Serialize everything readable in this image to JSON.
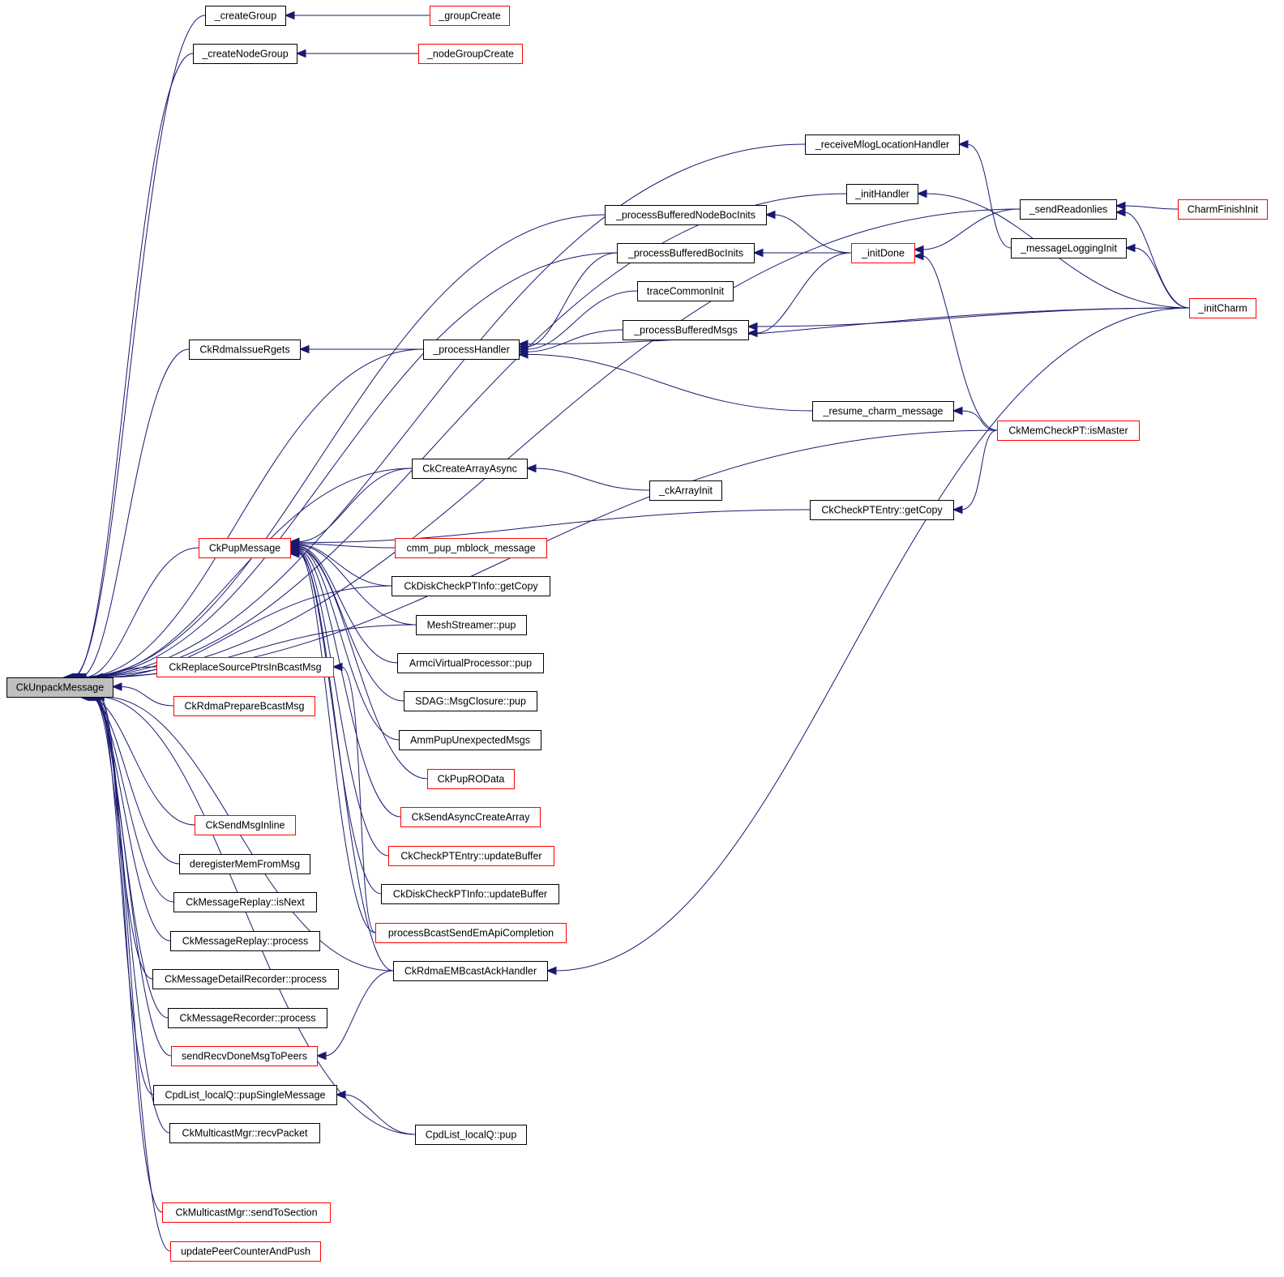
{
  "graph_title": "CkUnpackMessage caller graph",
  "colors": {
    "edge": "#191970",
    "focus_fill": "#bfbfbf",
    "normal_border": "#000000",
    "truncated_border": "#ff0000",
    "node_fill": "#ffffff"
  },
  "nodes": [
    {
      "id": "CkUnpackMessage",
      "label": "CkUnpackMessage",
      "style": "focus"
    },
    {
      "id": "_createGroup",
      "label": "_createGroup",
      "style": "normal"
    },
    {
      "id": "_groupCreate",
      "label": "_groupCreate",
      "style": "truncated"
    },
    {
      "id": "_createNodeGroup",
      "label": "_createNodeGroup",
      "style": "normal"
    },
    {
      "id": "_nodeGroupCreate",
      "label": "_nodeGroupCreate",
      "style": "truncated"
    },
    {
      "id": "_receiveMlogLocationHandler",
      "label": "_receiveMlogLocationHandler",
      "style": "normal"
    },
    {
      "id": "_initHandler",
      "label": "_initHandler",
      "style": "normal"
    },
    {
      "id": "_sendReadonlies",
      "label": "_sendReadonlies",
      "style": "normal"
    },
    {
      "id": "CharmFinishInit",
      "label": "CharmFinishInit",
      "style": "truncated"
    },
    {
      "id": "_processBufferedNodeBocInits",
      "label": "_processBufferedNodeBocInits",
      "style": "normal"
    },
    {
      "id": "_processBufferedBocInits",
      "label": "_processBufferedBocInits",
      "style": "normal"
    },
    {
      "id": "_initDone",
      "label": "_initDone",
      "style": "truncated"
    },
    {
      "id": "_messageLoggingInit",
      "label": "_messageLoggingInit",
      "style": "normal"
    },
    {
      "id": "traceCommonInit",
      "label": "traceCommonInit",
      "style": "normal"
    },
    {
      "id": "_initCharm",
      "label": "_initCharm",
      "style": "truncated"
    },
    {
      "id": "_processBufferedMsgs",
      "label": "_processBufferedMsgs",
      "style": "normal"
    },
    {
      "id": "CkRdmaIssueRgets",
      "label": "CkRdmaIssueRgets",
      "style": "normal"
    },
    {
      "id": "_processHandler",
      "label": "_processHandler",
      "style": "normal"
    },
    {
      "id": "_resume_charm_message",
      "label": "_resume_charm_message",
      "style": "normal"
    },
    {
      "id": "CkMemCheckPT::isMaster",
      "label": "CkMemCheckPT::isMaster",
      "style": "truncated"
    },
    {
      "id": "CkCreateArrayAsync",
      "label": "CkCreateArrayAsync",
      "style": "normal"
    },
    {
      "id": "_ckArrayInit",
      "label": "_ckArrayInit",
      "style": "normal"
    },
    {
      "id": "CkCheckPTEntry::getCopy",
      "label": "CkCheckPTEntry::getCopy",
      "style": "normal"
    },
    {
      "id": "CkPupMessage",
      "label": "CkPupMessage",
      "style": "truncated"
    },
    {
      "id": "cmm_pup_mblock_message",
      "label": "cmm_pup_mblock_message",
      "style": "truncated"
    },
    {
      "id": "CkDiskCheckPTInfo::getCopy",
      "label": "CkDiskCheckPTInfo::getCopy",
      "style": "normal"
    },
    {
      "id": "MeshStreamer::pup",
      "label": "MeshStreamer::pup",
      "style": "normal"
    },
    {
      "id": "ArmciVirtualProcessor::pup",
      "label": "ArmciVirtualProcessor::pup",
      "style": "normal"
    },
    {
      "id": "SDAG::MsgClosure::pup",
      "label": "SDAG::MsgClosure::pup",
      "style": "normal"
    },
    {
      "id": "AmmPupUnexpectedMsgs",
      "label": "AmmPupUnexpectedMsgs",
      "style": "normal"
    },
    {
      "id": "CkPupROData",
      "label": "CkPupROData",
      "style": "truncated"
    },
    {
      "id": "CkSendAsyncCreateArray",
      "label": "CkSendAsyncCreateArray",
      "style": "truncated"
    },
    {
      "id": "CkCheckPTEntry::updateBuffer",
      "label": "CkCheckPTEntry::updateBuffer",
      "style": "truncated"
    },
    {
      "id": "CkDiskCheckPTInfo::updateBuffer",
      "label": "CkDiskCheckPTInfo::updateBuffer",
      "style": "normal"
    },
    {
      "id": "processBcastSendEmApiCompletion",
      "label": "processBcastSendEmApiCompletion",
      "style": "truncated"
    },
    {
      "id": "CkRdmaEMBcastAckHandler",
      "label": "CkRdmaEMBcastAckHandler",
      "style": "normal"
    },
    {
      "id": "CkReplaceSourcePtrsInBcastMsg",
      "label": "CkReplaceSourcePtrsInBcastMsg",
      "style": "truncated"
    },
    {
      "id": "CkRdmaPrepareBcastMsg",
      "label": "CkRdmaPrepareBcastMsg",
      "style": "truncated"
    },
    {
      "id": "CkSendMsgInline",
      "label": "CkSendMsgInline",
      "style": "truncated"
    },
    {
      "id": "deregisterMemFromMsg",
      "label": "deregisterMemFromMsg",
      "style": "normal"
    },
    {
      "id": "CkMessageReplay::isNext",
      "label": "CkMessageReplay::isNext",
      "style": "normal"
    },
    {
      "id": "CkMessageReplay::process",
      "label": "CkMessageReplay::process",
      "style": "normal"
    },
    {
      "id": "CkMessageDetailRecorder::process",
      "label": "CkMessageDetailRecorder::process",
      "style": "normal"
    },
    {
      "id": "CkMessageRecorder::process",
      "label": "CkMessageRecorder::process",
      "style": "normal"
    },
    {
      "id": "sendRecvDoneMsgToPeers",
      "label": "sendRecvDoneMsgToPeers",
      "style": "truncated"
    },
    {
      "id": "CpdList_localQ::pupSingleMessage",
      "label": "CpdList_localQ::pupSingleMessage",
      "style": "normal"
    },
    {
      "id": "CkMulticastMgr::recvPacket",
      "label": "CkMulticastMgr::recvPacket",
      "style": "normal"
    },
    {
      "id": "CpdList_localQ::pup",
      "label": "CpdList_localQ::pup",
      "style": "normal"
    },
    {
      "id": "CkMulticastMgr::sendToSection",
      "label": "CkMulticastMgr::sendToSection",
      "style": "truncated"
    },
    {
      "id": "updatePeerCounterAndPush",
      "label": "updatePeerCounterAndPush",
      "style": "truncated"
    }
  ],
  "edges": [
    [
      "_groupCreate",
      "_createGroup"
    ],
    [
      "_nodeGroupCreate",
      "_createNodeGroup"
    ],
    [
      "CharmFinishInit",
      "_sendReadonlies"
    ],
    [
      "_initCharm",
      "_sendReadonlies"
    ],
    [
      "_initCharm",
      "_messageLoggingInit"
    ],
    [
      "_initCharm",
      "_initHandler"
    ],
    [
      "_initCharm",
      "_processBufferedMsgs"
    ],
    [
      "_initCharm",
      "_processHandler"
    ],
    [
      "_sendReadonlies",
      "_initDone"
    ],
    [
      "_messageLoggingInit",
      "_receiveMlogLocationHandler"
    ],
    [
      "_initDone",
      "_processBufferedNodeBocInits"
    ],
    [
      "_initDone",
      "_processBufferedBocInits"
    ],
    [
      "_initDone",
      "_processBufferedMsgs"
    ],
    [
      "CkMemCheckPT::isMaster",
      "_initDone"
    ],
    [
      "CkMemCheckPT::isMaster",
      "_resume_charm_message"
    ],
    [
      "CkMemCheckPT::isMaster",
      "CkCheckPTEntry::getCopy"
    ],
    [
      "_processBufferedBocInits",
      "_processHandler"
    ],
    [
      "traceCommonInit",
      "_processHandler"
    ],
    [
      "_processBufferedMsgs",
      "_processHandler"
    ],
    [
      "_resume_charm_message",
      "_processHandler"
    ],
    [
      "_processHandler",
      "CkRdmaIssueRgets"
    ],
    [
      "_ckArrayInit",
      "CkCreateArrayAsync"
    ],
    [
      "CkCreateArrayAsync",
      "CkPupMessage"
    ],
    [
      "CkCheckPTEntry::getCopy",
      "CkPupMessage"
    ],
    [
      "cmm_pup_mblock_message",
      "CkPupMessage"
    ],
    [
      "CkDiskCheckPTInfo::getCopy",
      "CkPupMessage"
    ],
    [
      "MeshStreamer::pup",
      "CkPupMessage"
    ],
    [
      "ArmciVirtualProcessor::pup",
      "CkPupMessage"
    ],
    [
      "SDAG::MsgClosure::pup",
      "CkPupMessage"
    ],
    [
      "AmmPupUnexpectedMsgs",
      "CkPupMessage"
    ],
    [
      "CkPupROData",
      "CkPupMessage"
    ],
    [
      "CkSendAsyncCreateArray",
      "CkPupMessage"
    ],
    [
      "CkCheckPTEntry::updateBuffer",
      "CkPupMessage"
    ],
    [
      "CkDiskCheckPTInfo::updateBuffer",
      "CkPupMessage"
    ],
    [
      "processBcastSendEmApiCompletion",
      "CkPupMessage"
    ],
    [
      "CkRdmaEMBcastAckHandler",
      "CkPupMessage"
    ],
    [
      "processBcastSendEmApiCompletion",
      "CkReplaceSourcePtrsInBcastMsg"
    ],
    [
      "_initCharm",
      "CkRdmaEMBcastAckHandler"
    ],
    [
      "CkRdmaEMBcastAckHandler",
      "sendRecvDoneMsgToPeers"
    ],
    [
      "CpdList_localQ::pup",
      "CpdList_localQ::pupSingleMessage"
    ],
    [
      "_createGroup",
      "CkUnpackMessage"
    ],
    [
      "_createNodeGroup",
      "CkUnpackMessage"
    ],
    [
      "_sendReadonlies",
      "CkUnpackMessage"
    ],
    [
      "_receiveMlogLocationHandler",
      "CkUnpackMessage"
    ],
    [
      "_initHandler",
      "CkUnpackMessage"
    ],
    [
      "_processBufferedNodeBocInits",
      "CkUnpackMessage"
    ],
    [
      "_processBufferedBocInits",
      "CkUnpackMessage"
    ],
    [
      "CkRdmaIssueRgets",
      "CkUnpackMessage"
    ],
    [
      "_processHandler",
      "CkUnpackMessage"
    ],
    [
      "CkMemCheckPT::isMaster",
      "CkUnpackMessage"
    ],
    [
      "CkCreateArrayAsync",
      "CkUnpackMessage"
    ],
    [
      "CkPupMessage",
      "CkUnpackMessage"
    ],
    [
      "CkReplaceSourcePtrsInBcastMsg",
      "CkUnpackMessage"
    ],
    [
      "CkRdmaPrepareBcastMsg",
      "CkUnpackMessage"
    ],
    [
      "CkSendMsgInline",
      "CkUnpackMessage"
    ],
    [
      "deregisterMemFromMsg",
      "CkUnpackMessage"
    ],
    [
      "CkMessageReplay::isNext",
      "CkUnpackMessage"
    ],
    [
      "CkMessageReplay::process",
      "CkUnpackMessage"
    ],
    [
      "CkMessageDetailRecorder::process",
      "CkUnpackMessage"
    ],
    [
      "CkMessageRecorder::process",
      "CkUnpackMessage"
    ],
    [
      "sendRecvDoneMsgToPeers",
      "CkUnpackMessage"
    ],
    [
      "CpdList_localQ::pupSingleMessage",
      "CkUnpackMessage"
    ],
    [
      "CkMulticastMgr::recvPacket",
      "CkUnpackMessage"
    ],
    [
      "CpdList_localQ::pup",
      "CkUnpackMessage"
    ],
    [
      "CkMulticastMgr::sendToSection",
      "CkUnpackMessage"
    ],
    [
      "updatePeerCounterAndPush",
      "CkUnpackMessage"
    ],
    [
      "CkDiskCheckPTInfo::getCopy",
      "CkUnpackMessage"
    ],
    [
      "MeshStreamer::pup",
      "CkUnpackMessage"
    ],
    [
      "CkRdmaEMBcastAckHandler",
      "CkUnpackMessage"
    ]
  ]
}
